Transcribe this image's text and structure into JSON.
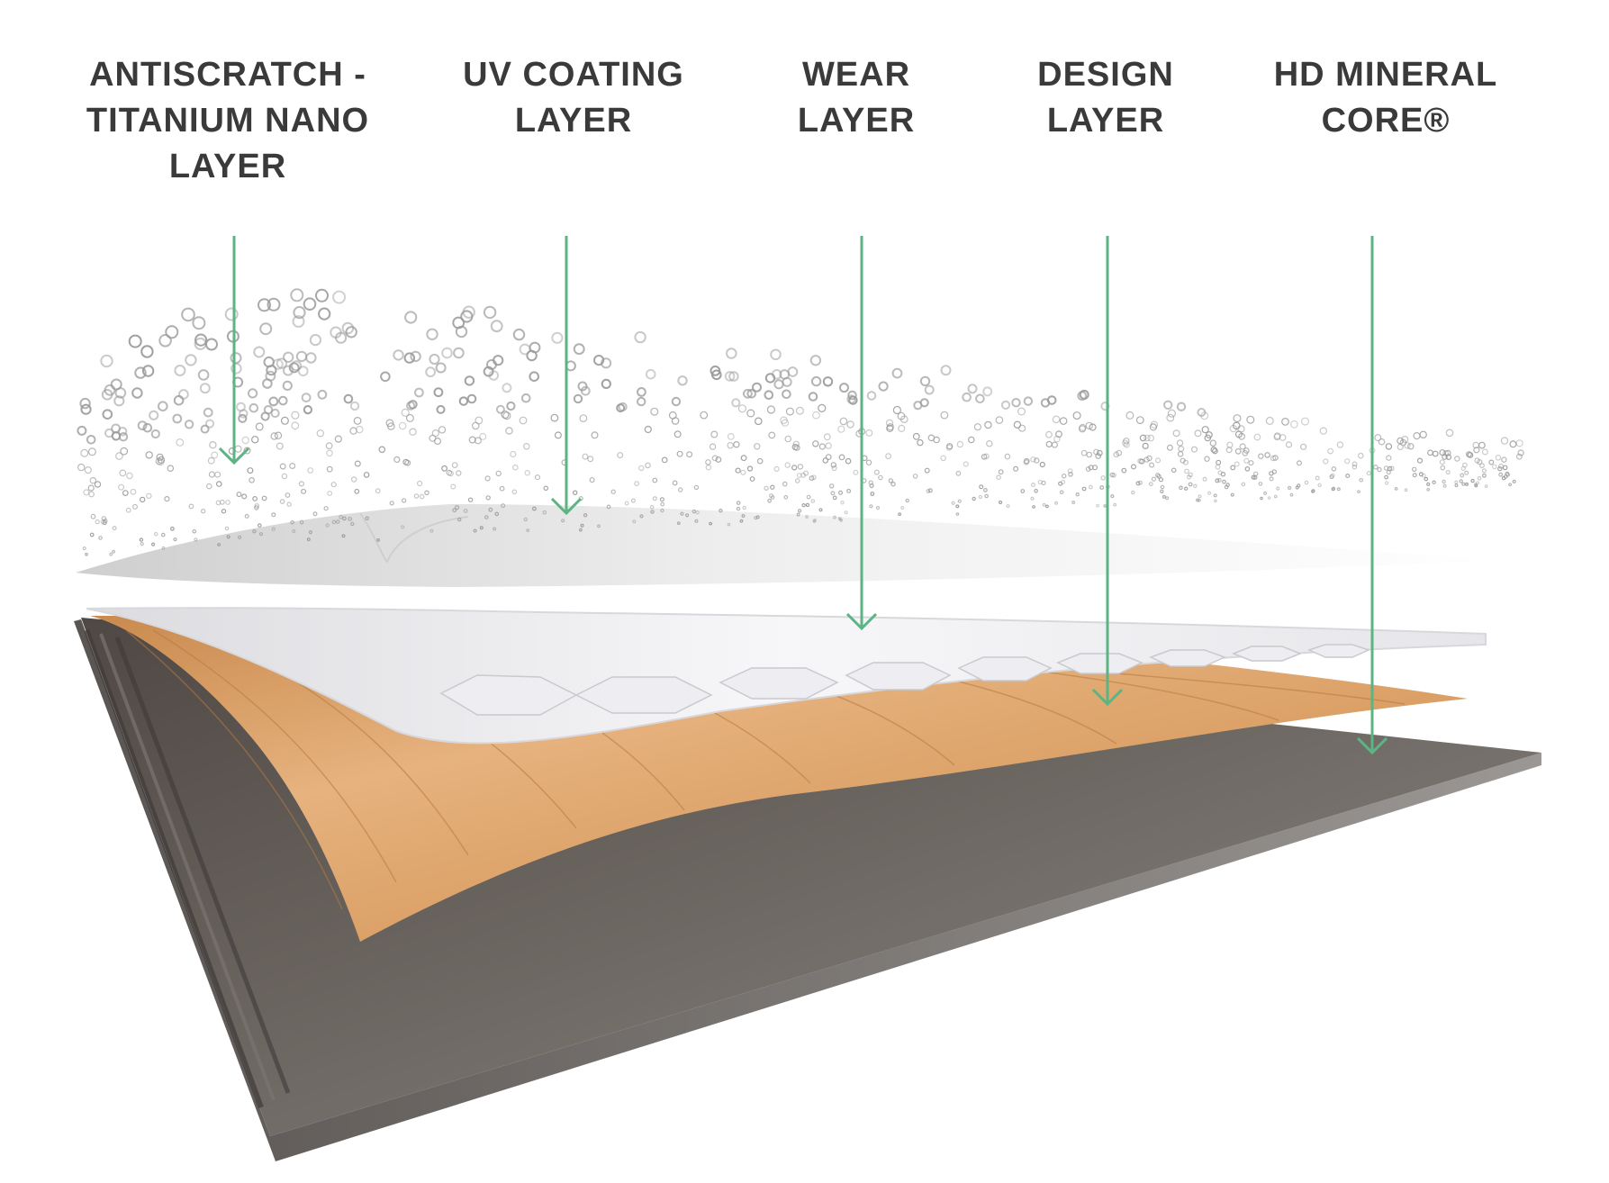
{
  "layers": [
    {
      "id": "antiscratch",
      "lines": [
        "ANTISCRATCH -",
        "TITANIUM NANO",
        "LAYER"
      ]
    },
    {
      "id": "uv",
      "lines": [
        "UV COATING",
        "LAYER"
      ]
    },
    {
      "id": "wear",
      "lines": [
        "WEAR",
        "LAYER"
      ]
    },
    {
      "id": "design",
      "lines": [
        "DESIGN",
        "LAYER"
      ]
    },
    {
      "id": "core",
      "lines": [
        "HD MINERAL",
        "CORE®"
      ]
    }
  ],
  "colors": {
    "arrow": "#5cb383",
    "label_text": "#3a3a3a",
    "core_top": "#6b6560",
    "core_edge": "#8a8682",
    "wood_light": "#e6b27e",
    "wood_dark": "#c98a4e",
    "wear_layer": "#f2f2f4",
    "coating": "#e4e4e4",
    "particles": "#9a9a9a"
  }
}
